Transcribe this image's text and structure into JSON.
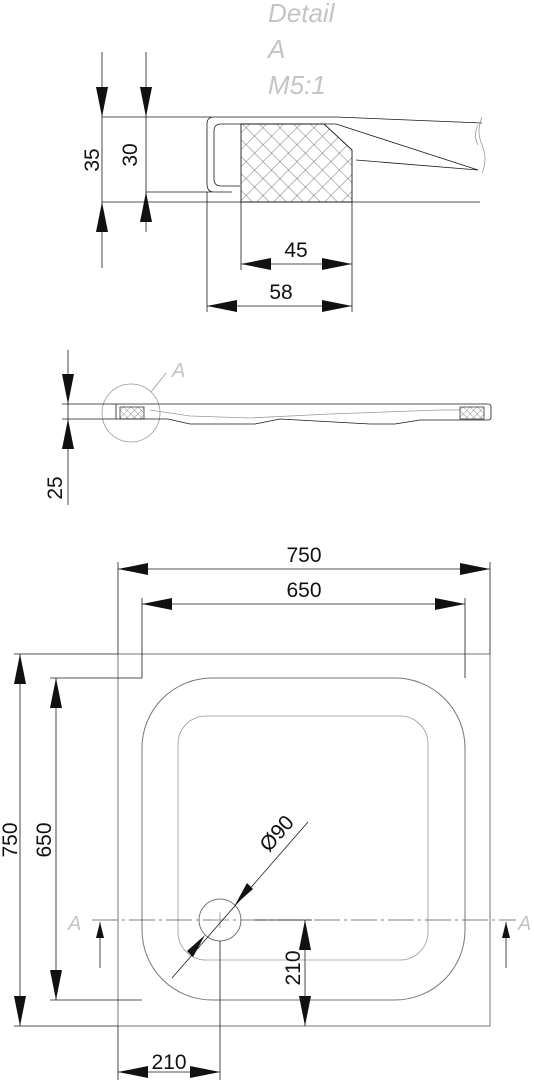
{
  "detail": {
    "title": "Detail",
    "label": "A",
    "scale": "M5:1"
  },
  "section": {
    "marker": "A"
  },
  "dimensions": {
    "detail_total_height": "35",
    "detail_inner_height": "30",
    "detail_seal_width": "45",
    "detail_rim_width": "58",
    "tray_height": "25",
    "outer_width": "750",
    "inner_width": "650",
    "outer_depth": "750",
    "inner_depth": "650",
    "drain_diameter": "Ø90",
    "drain_offset_y": "210",
    "drain_offset_x": "210"
  },
  "section_line": {
    "left_label": "A",
    "right_label": "A"
  }
}
